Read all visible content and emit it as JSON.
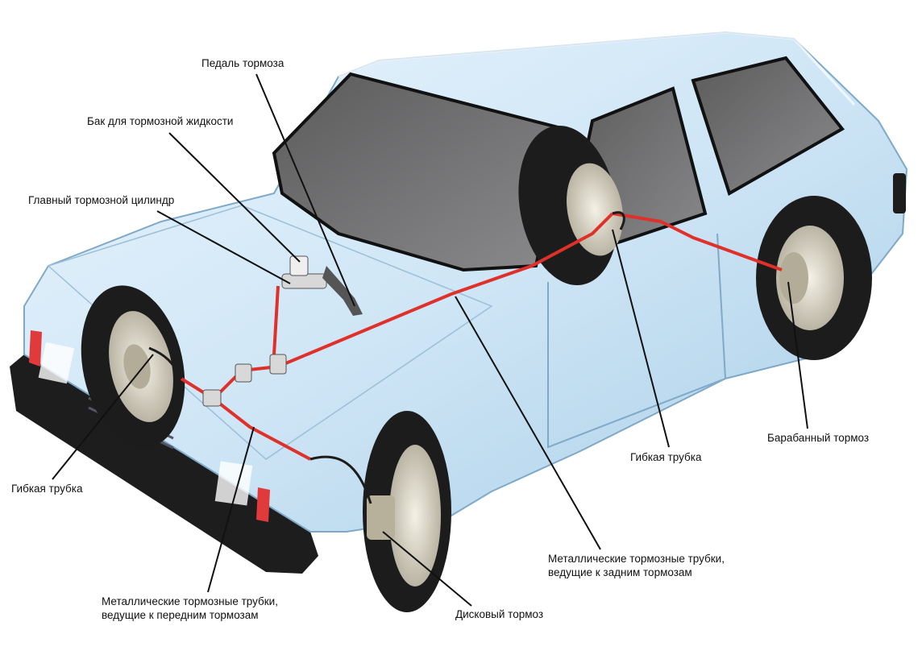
{
  "labels": {
    "brake_pedal": "Педаль тормоза",
    "fluid_reservoir": "Бак для тормозной жидкости",
    "master_cylinder": "Главный тормозной цилиндр",
    "flex_hose_front": "Гибкая трубка",
    "front_lines_1": "Металлические тормозные трубки,",
    "front_lines_2": "ведущие к передним тормозам",
    "disc_brake": "Дисковый тормоз",
    "rear_lines_1": "Металлические тормозные трубки,",
    "rear_lines_2": "ведущие к задним тормозам",
    "flex_hose_rear": "Гибкая трубка",
    "drum_brake": "Барабанный тормоз"
  },
  "colors": {
    "body": "#cfe6f6",
    "body_shade": "#9fc6e0",
    "glass": "#6e6e70",
    "tire": "#1c1c1c",
    "hub": "#d9d5c6",
    "brake_line": "#e0302a",
    "leader": "#111111",
    "tail_light": "#e03a3a"
  }
}
